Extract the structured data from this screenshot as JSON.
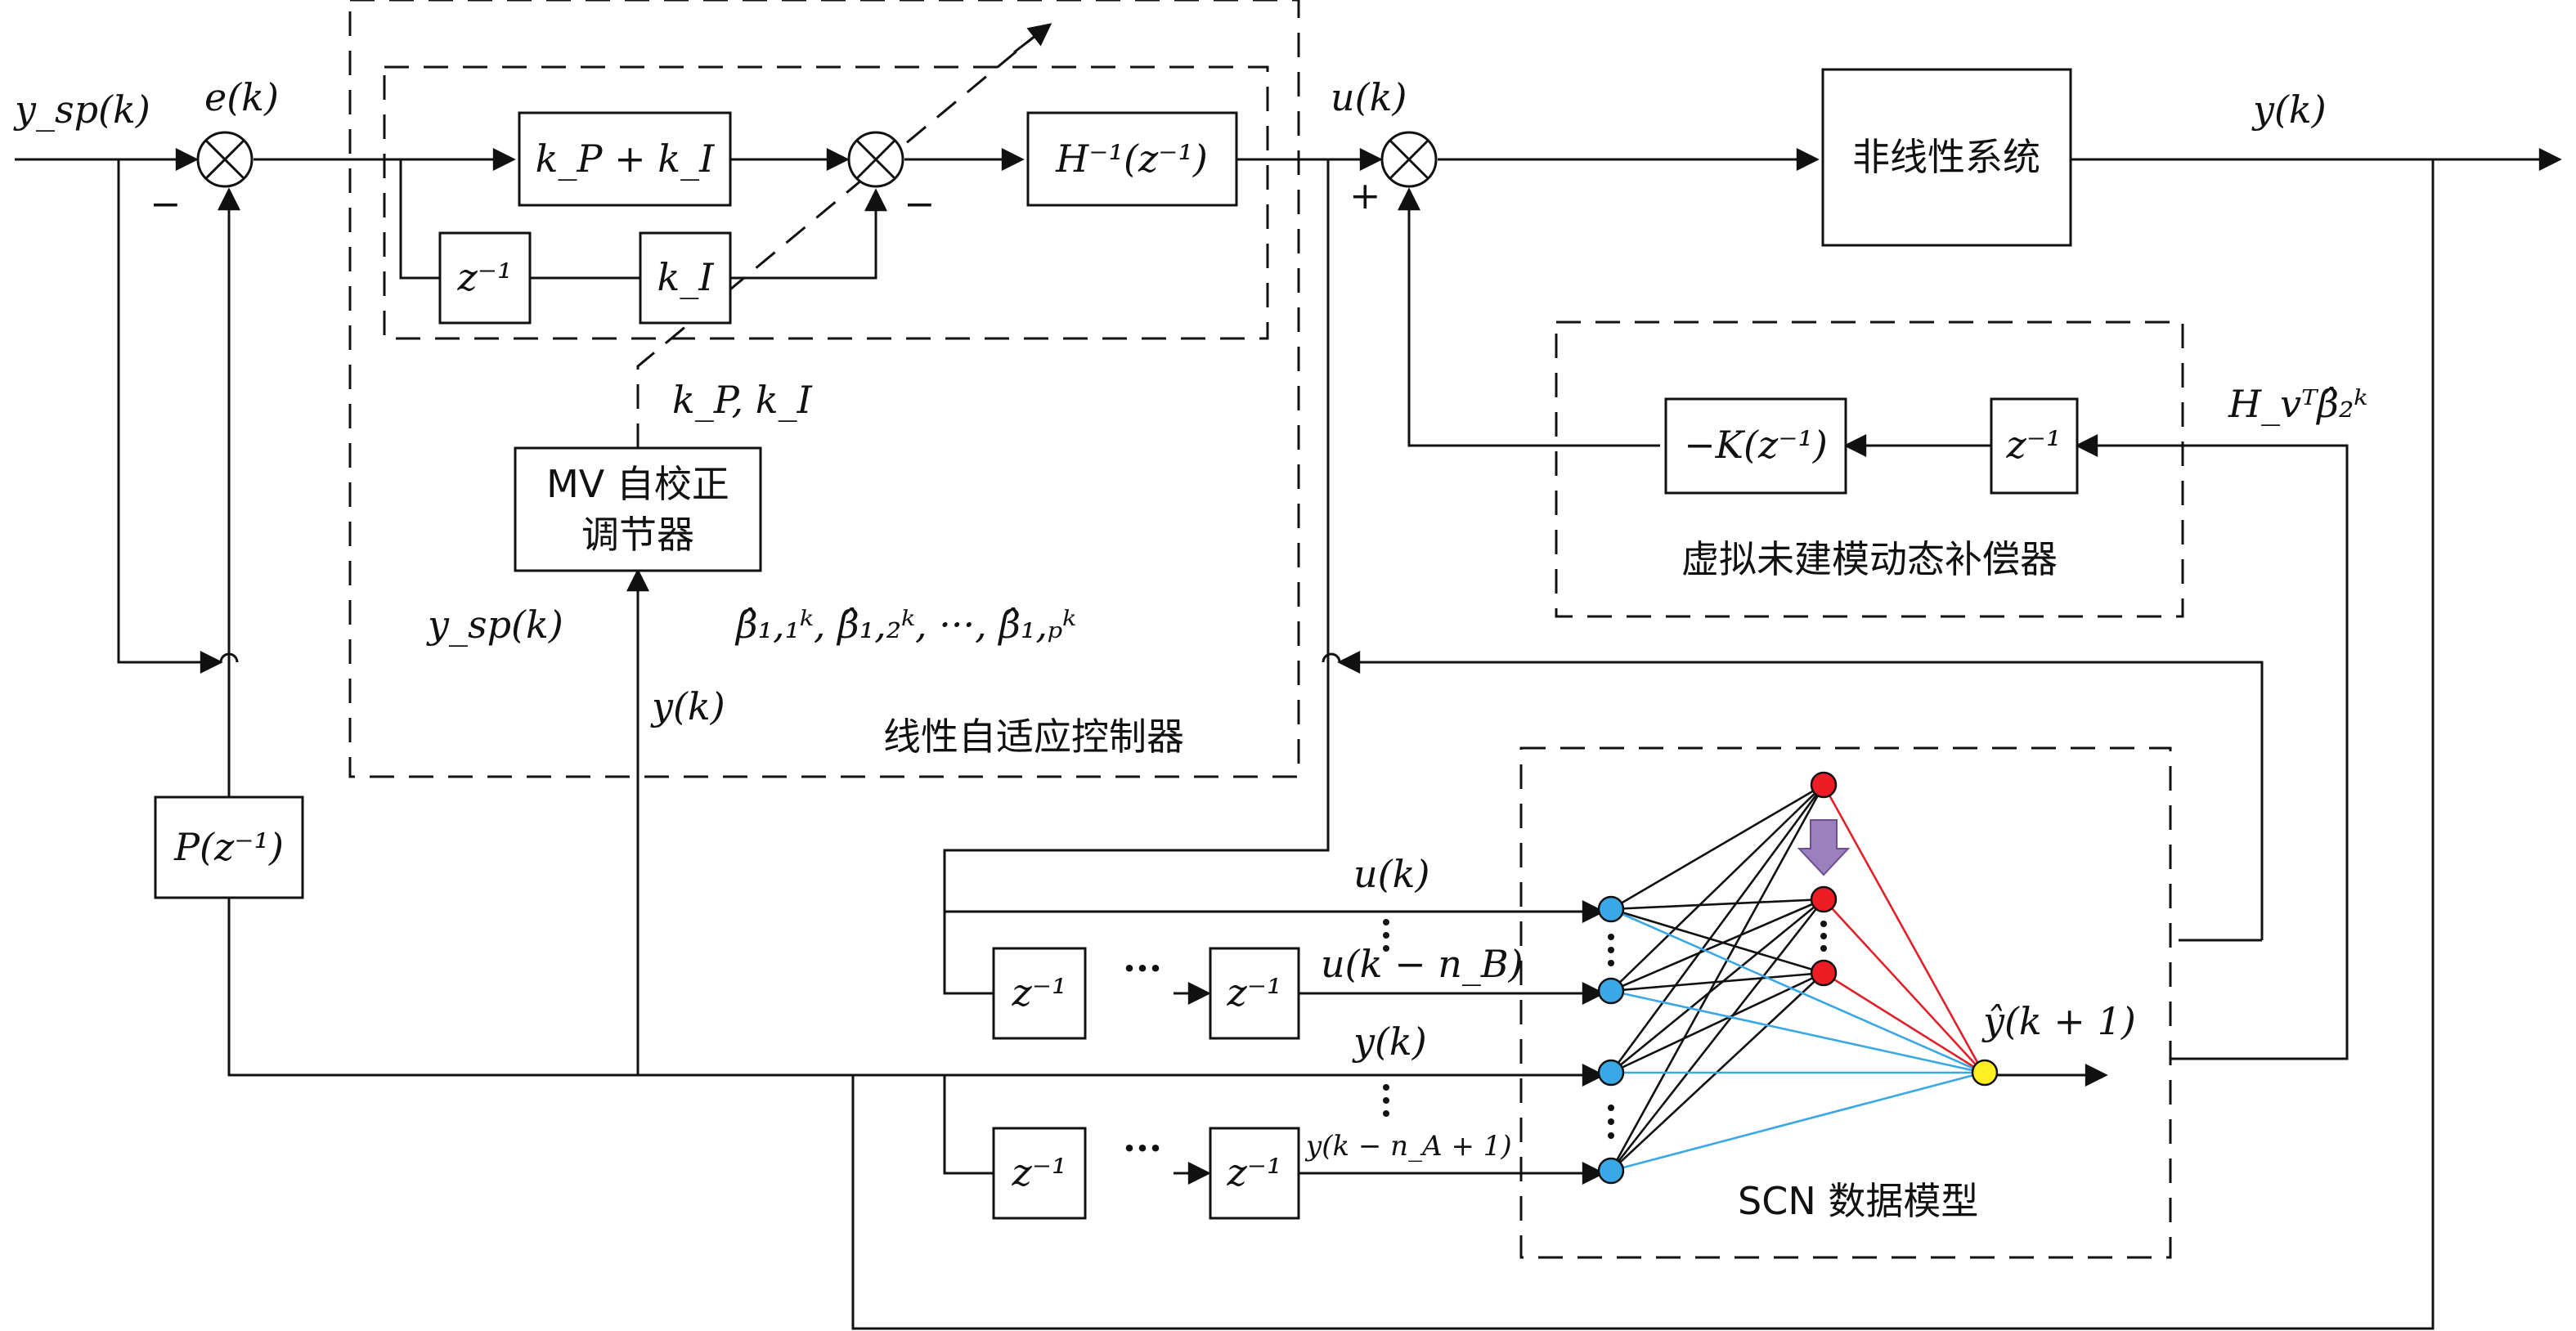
{
  "labels": {
    "ysp_in": "y_sp(k)",
    "ek": "e(k)",
    "uk_top": "u(k)",
    "yk_top": "y(k)",
    "minus1": "−",
    "minus2": "−",
    "plus1": "+",
    "kp_ki": "k_P + k_I",
    "hinv": "H⁻¹(z⁻¹)",
    "zinv1": "z⁻¹",
    "ki": "k_I",
    "nonlinear": "非线性系统",
    "kpki_params": "k_P, k_I",
    "mv_line1": "MV 自校正",
    "mv_line2": "调节器",
    "ysp_mid": "y_sp(k)",
    "beta1": "β̂₁,₁ᵏ, β̂₁,₂ᵏ, ···, β̂₁,ₚᵏ",
    "yk_mid": "y(k)",
    "linear_ctrl": "线性自适应控制器",
    "negK": "−K(z⁻¹)",
    "zinv_comp": "z⁻¹",
    "hv_beta2": "H_vᵀβ̂₂ᵏ",
    "compensator": "虚拟未建模动态补偿器",
    "pz": "P(z⁻¹)",
    "uk_net": "u(k)",
    "uk_nb": "u(k − n_B)",
    "yk_net": "y(k)",
    "yk_na": "y(k − n_A + 1)",
    "zinv_a": "z⁻¹",
    "zinv_b": "z⁻¹",
    "zinv_c": "z⁻¹",
    "zinv_d": "z⁻¹",
    "ellipsis": "···",
    "yhat": "ŷ(k + 1)",
    "scn": "SCN 数据模型"
  },
  "colors": {
    "line": "#111111",
    "input_node": "#3aa8e6",
    "hidden_node": "#ee1c24",
    "output_node": "#ffee22",
    "red_edge": "#e0202a",
    "blue_edge": "#3aa8e6",
    "arrow_fill": "#9b7fbf"
  }
}
